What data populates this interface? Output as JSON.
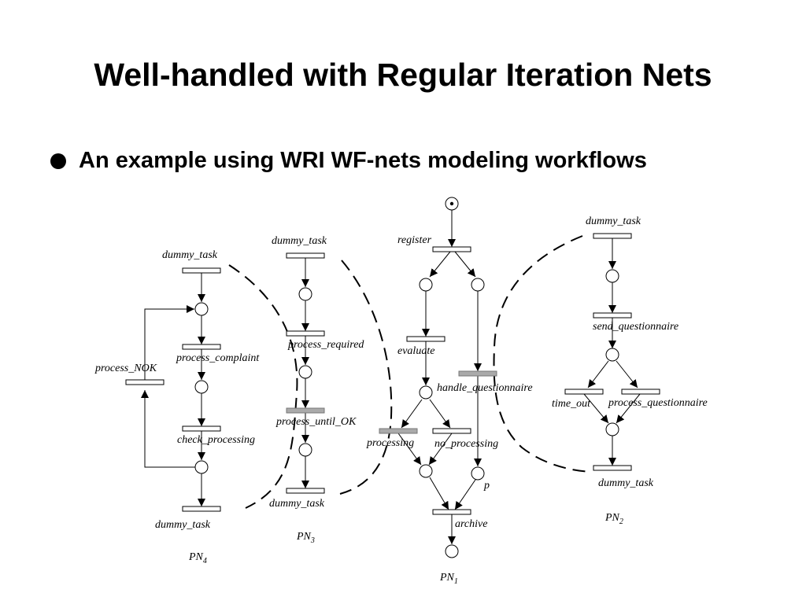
{
  "slide": {
    "title": "Well-handled with Regular Iteration Nets",
    "bullet": "An example using WRI WF-nets modeling workflows"
  },
  "diagram": {
    "nets": [
      "PN",
      "PN",
      "PN",
      "PN"
    ],
    "net_subscripts": [
      "1",
      "2",
      "3",
      "4"
    ],
    "pn1": {
      "register": "register",
      "evaluate": "evaluate",
      "handle_questionnaire": "handle_questionnaire",
      "processing": "processing",
      "no_processing": "no_processing",
      "p": "p",
      "archive": "archive"
    },
    "pn2": {
      "dummy_task_top": "dummy_task",
      "send_questionnaire": "send_questionnaire",
      "time_out": "time_out",
      "process_questionnaire": "process_questionnaire",
      "dummy_task_bottom": "dummy_task"
    },
    "pn3": {
      "dummy_task_top": "dummy_task",
      "process_required": "process_required",
      "process_until_ok": "process_until_OK",
      "dummy_task_bottom": "dummy_task"
    },
    "pn4": {
      "dummy_task_top": "dummy_task",
      "process_nok": "process_NOK",
      "process_complaint": "process_complaint",
      "check_processing": "check_processing",
      "dummy_task_bottom": "dummy_task"
    }
  }
}
